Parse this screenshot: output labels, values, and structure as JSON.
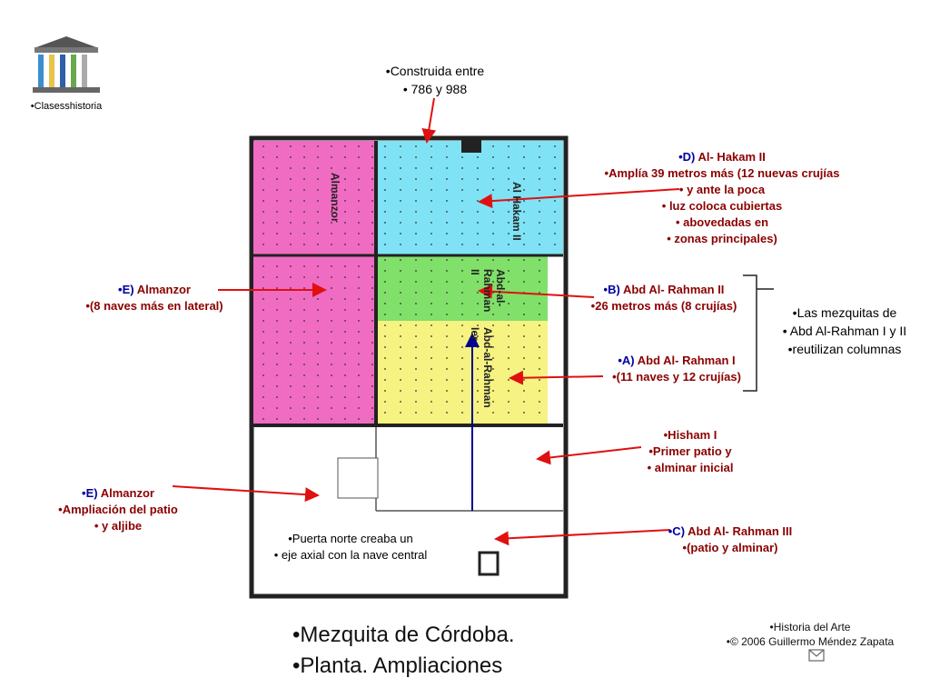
{
  "logo": {
    "caption": "•Clasesshistoria"
  },
  "labels": {
    "construida": [
      "•Construida entre",
      "• 786 y 988"
    ],
    "hakam": {
      "key": "•D)",
      "head": " Al- Hakam II",
      "lines": [
        "•Amplía 39 metros más (12 nuevas crujías",
        "• y ante la poca",
        "• luz coloca cubiertas",
        "• abovedadas en",
        "• zonas principales)"
      ]
    },
    "almanzor_lateral": {
      "key": "•E)",
      "head": " Almanzor",
      "lines": [
        "•(8 naves más en lateral)"
      ]
    },
    "rahman2": {
      "key": "•B)",
      "head": " Abd Al- Rahman II",
      "lines": [
        "•26 metros más (8 crujías)"
      ]
    },
    "rahman1": {
      "key": "•A)",
      "head": " Abd Al- Rahman I",
      "lines": [
        "•(11 naves y 12 crujías)"
      ]
    },
    "hisham": [
      "•Hisham I",
      "•Primer patio y",
      "• alminar inicial"
    ],
    "almanzor_patio": {
      "key": "•E)",
      "head": " Almanzor",
      "lines": [
        "•Ampliación del patio",
        "• y aljibe"
      ]
    },
    "rahman3": {
      "key": "•C)",
      "head": " Abd Al- Rahman III",
      "lines": [
        "•(patio y alminar)"
      ]
    },
    "puerta": [
      "•Puerta norte creaba un",
      "• eje axial con la nave central"
    ],
    "mezquitas": [
      "•Las mezquitas de",
      "• Abd Al-Rahman I y II",
      "•reutilizan columnas"
    ]
  },
  "plan_labels": {
    "almanzor": "Almanzor",
    "hakam": "Al Hakam II",
    "rahman2": "Abd-al-Rahman II",
    "rahman1": "Abd-al-Rahman Ier"
  },
  "title": [
    "•Mezquita de Córdoba.",
    "•Planta. Ampliaciones"
  ],
  "credits": [
    "•Historia del Arte",
    "•© 2006 Guillermo Méndez Zapata"
  ],
  "icons": {
    "logo": "temple-icon",
    "mail": "envelope-icon"
  },
  "colors": {
    "almanzor": "#f06cc2",
    "hakam": "#7fe3f5",
    "rahman2": "#80e06a",
    "rahman1": "#f6f382",
    "arrow_red": "#e01010",
    "arrow_blue": "#000090",
    "label_red": "#8b0000",
    "label_blue": "#0000a0"
  }
}
